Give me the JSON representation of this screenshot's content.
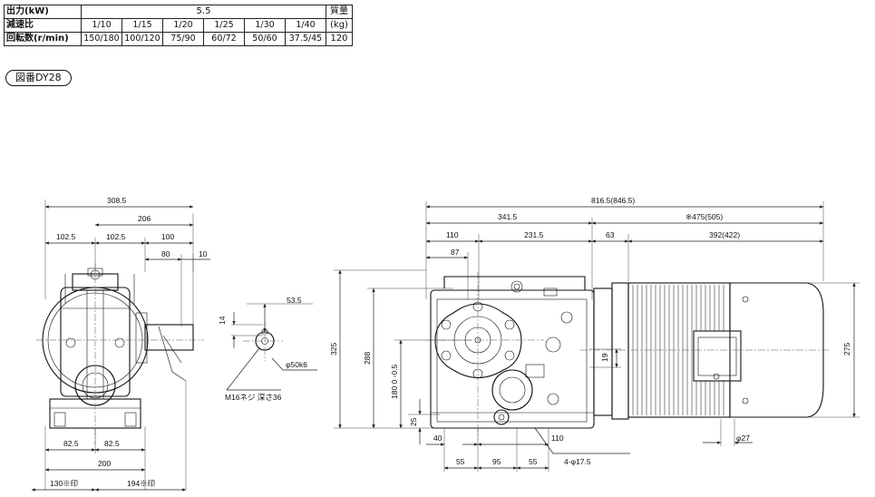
{
  "spec_table": {
    "output_label": "出力(kW)",
    "output_value": "5.5",
    "ratio_label": "減速比",
    "speed_label": "回転数(r/min)",
    "mass_label": "質量",
    "mass_unit": "(kg)",
    "mass_value": "120",
    "ratios": [
      "1/10",
      "1/15",
      "1/20",
      "1/25",
      "1/30",
      "1/40"
    ],
    "speeds": [
      "150/180",
      "100/120",
      "75/90",
      "60/72",
      "50/60",
      "37.5/45"
    ]
  },
  "drawing_number": "図番DY28",
  "side_view": {
    "overall_width": "308.5",
    "dim_206": "206",
    "dim_102_5_left": "102.5",
    "dim_102_5_right": "102.5",
    "dim_100": "100",
    "dim_80": "80",
    "dim_10": "10",
    "base_82_5_left": "82.5",
    "base_82_5_right": "82.5",
    "base_200": "200",
    "bottom_130": "130※印",
    "bottom_194": "194※印"
  },
  "shaft_detail": {
    "dim_53_5": "53.5",
    "dim_14": "14",
    "shaft_dia": "φ50k6",
    "tap": "M16ネジ 深さ36"
  },
  "front_view": {
    "overall_length": "816.5(846.5)",
    "dim_341_5": "341.5",
    "motor_length": "※475(505)",
    "dim_110": "110",
    "dim_231_5": "231.5",
    "dim_63": "63",
    "dim_392": "392(422)",
    "dim_87": "87",
    "height_325": "325",
    "height_288": "288",
    "center_height": "180 0 -0.5",
    "dim_19": "19",
    "dim_25": "25",
    "motor_height_275": "275",
    "dim_40": "40",
    "dim_110_bottom": "110",
    "holes": "4-φ17.5",
    "dim_55_left": "55",
    "dim_95": "95",
    "dim_55_right": "55",
    "conduit": "φ27"
  }
}
